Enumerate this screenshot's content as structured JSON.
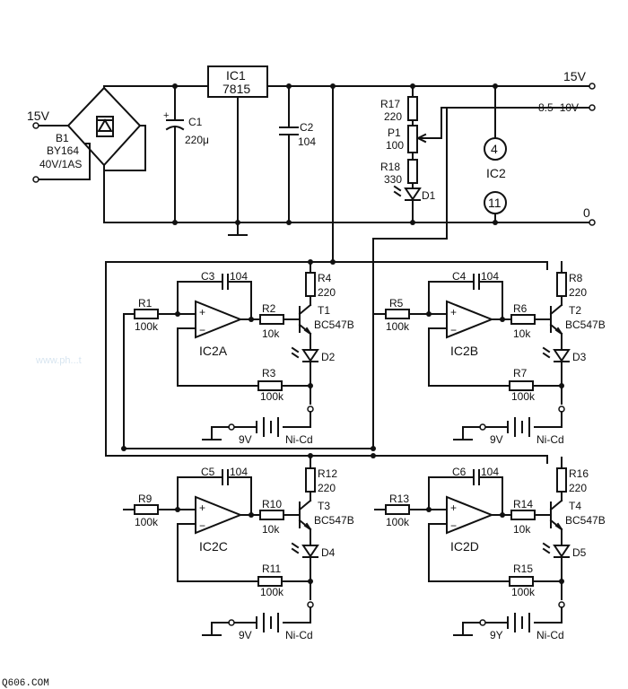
{
  "power": {
    "input_voltage": "15V",
    "bridge_name": "B1",
    "bridge_type": "BY164",
    "bridge_rating": "40V/1AS",
    "c1_name": "C1",
    "c1_value": "220μ",
    "regulator_name": "IC1",
    "regulator_type": "7815",
    "c2_name": "C2",
    "c2_value": "104",
    "out_15v": "15V",
    "out_adj": "8.5~10V",
    "out_zero": "0",
    "r17_name": "R17",
    "r17_value": "220",
    "p1_name": "P1",
    "p1_value": "100",
    "r18_name": "R18",
    "r18_value": "330",
    "d1_name": "D1",
    "ic2_name": "IC2",
    "ic2_pin_a": "4",
    "ic2_pin_b": "11"
  },
  "channels": [
    {
      "r_in": "R1",
      "r_in_val": "100k",
      "cap": "C3",
      "cap_val": "104",
      "amp": "IC2A",
      "r_base": "R2",
      "r_base_val": "10k",
      "r_col": "R4",
      "r_col_val": "220",
      "trans": "T1",
      "trans_type": "BC547B",
      "diode": "D2",
      "r_fb": "R3",
      "r_fb_val": "100k",
      "batt_v": "9V",
      "batt_type": "Ni-Cd"
    },
    {
      "r_in": "R5",
      "r_in_val": "100k",
      "cap": "C4",
      "cap_val": "104",
      "amp": "IC2B",
      "r_base": "R6",
      "r_base_val": "10k",
      "r_col": "R8",
      "r_col_val": "220",
      "trans": "T2",
      "trans_type": "BC547B",
      "diode": "D3",
      "r_fb": "R7",
      "r_fb_val": "100k",
      "batt_v": "9V",
      "batt_type": "Ni-Cd"
    },
    {
      "r_in": "R9",
      "r_in_val": "100k",
      "cap": "C5",
      "cap_val": "104",
      "amp": "IC2C",
      "r_base": "R10",
      "r_base_val": "10k",
      "r_col": "R12",
      "r_col_val": "220",
      "trans": "T3",
      "trans_type": "BC547B",
      "diode": "D4",
      "r_fb": "R11",
      "r_fb_val": "100k",
      "batt_v": "9V",
      "batt_type": "Ni-Cd"
    },
    {
      "r_in": "R13",
      "r_in_val": "100k",
      "cap": "C6",
      "cap_val": "104",
      "amp": "IC2D",
      "r_base": "R14",
      "r_base_val": "10k",
      "r_col": "R16",
      "r_col_val": "220",
      "trans": "T4",
      "trans_type": "BC547B",
      "diode": "D5",
      "r_fb": "R15",
      "r_fb_val": "100k",
      "batt_v": "9Y",
      "batt_type": "Ni-Cd"
    }
  ],
  "watermark": "www.ph...t",
  "site": "Q606.COM"
}
